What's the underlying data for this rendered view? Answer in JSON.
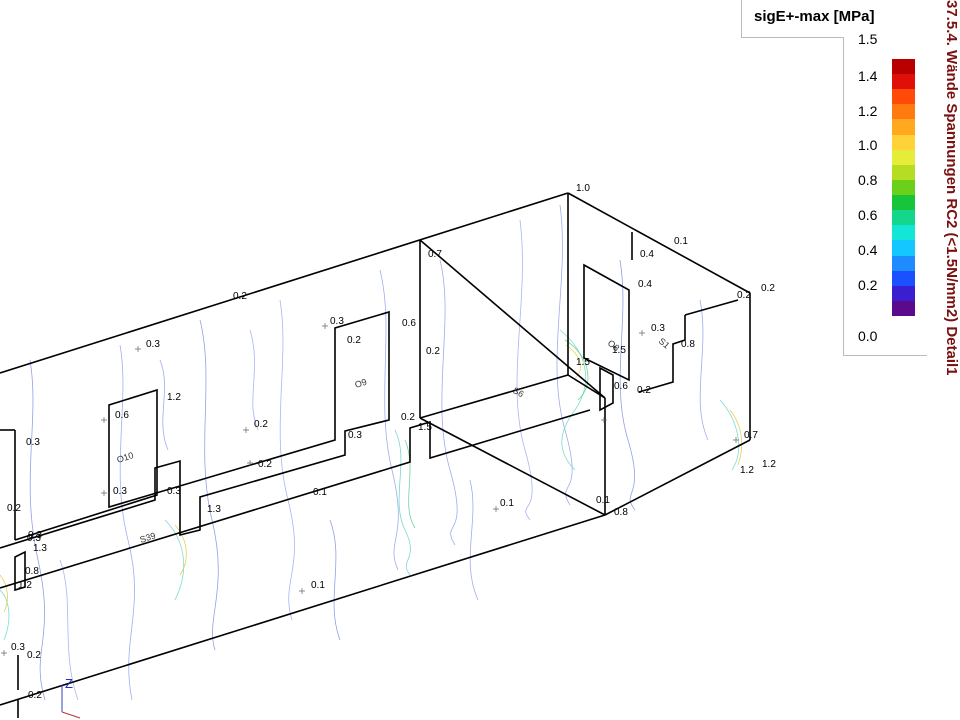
{
  "legend": {
    "title": "sigE+-max [MPa]",
    "ticks": [
      "1.5",
      "1.4",
      "1.2",
      "1.0",
      "0.8",
      "0.6",
      "0.4",
      "0.2",
      "0.0"
    ],
    "colors": [
      "#5a0a8a",
      "#3a1fd0",
      "#1b50ff",
      "#1e8bff",
      "#14c8ff",
      "#13e6d6",
      "#14d78c",
      "#18c43c",
      "#6bd01a",
      "#b7dc24",
      "#e6ec3a",
      "#ffd23a",
      "#ffa820",
      "#ff7a10",
      "#ff4a08",
      "#e01008",
      "#b80000"
    ]
  },
  "side_title": "37.5.4. Wände Spannungen RC2 (<1.5N/mm2) Detail1",
  "axis": {
    "z": "Z"
  },
  "wall_ids": [
    "S39",
    "O10",
    "O9",
    "O8",
    "S1",
    "S6"
  ],
  "value_labels": [
    "1.0",
    "0.1",
    "0.4",
    "0.4",
    "0.2",
    "0.2",
    "0.3",
    "0.8",
    "1.5",
    "0.2",
    "0.6",
    "0.7",
    "0.6",
    "0.2",
    "0.2",
    "0.3",
    "0.6",
    "1.2",
    "0.2",
    "0.2",
    "0.3",
    "0.3",
    "0.2",
    "0.3",
    "0.3",
    "0.2",
    "0.1",
    "1.5",
    "0.2",
    "0.3",
    "1.3",
    "0.1",
    "0.1",
    "0.1",
    "0.8",
    "0.7",
    "1.2",
    "1.2",
    "1.5",
    "0.3",
    "1.3",
    "0.8",
    "1.2",
    "0.2",
    "0.3",
    "0.2",
    "0.3"
  ]
}
